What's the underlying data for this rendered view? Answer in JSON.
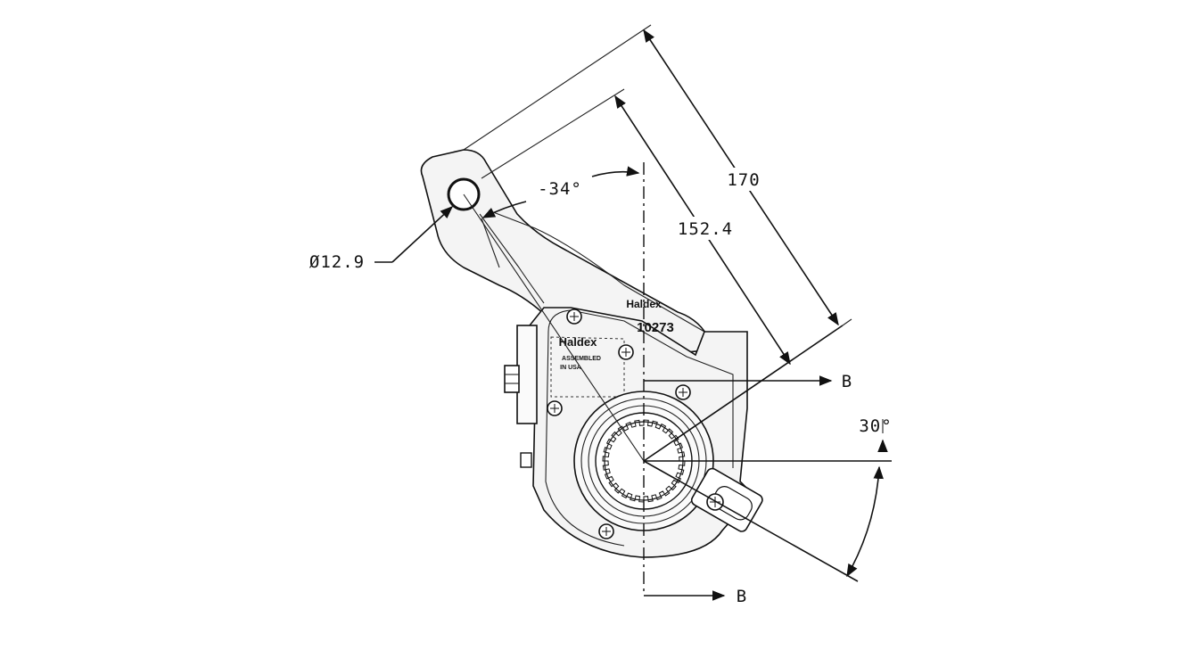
{
  "dimensions": {
    "hole_diameter": "Ø12.9",
    "angle_arm": "-34°",
    "length_inner": "152.4",
    "length_outer": "170",
    "angle_right": "30°",
    "section_top": "B",
    "section_bottom": "B"
  },
  "markings": {
    "brand_arm": "Haldex",
    "part_number": "10273",
    "brand_body": "Haldex",
    "assembled_line1": "ASSEMBLED",
    "assembled_line2": "IN USA"
  },
  "colors": {
    "line": "#111111",
    "background": "#ffffff",
    "body_fill": "#f4f4f4"
  }
}
